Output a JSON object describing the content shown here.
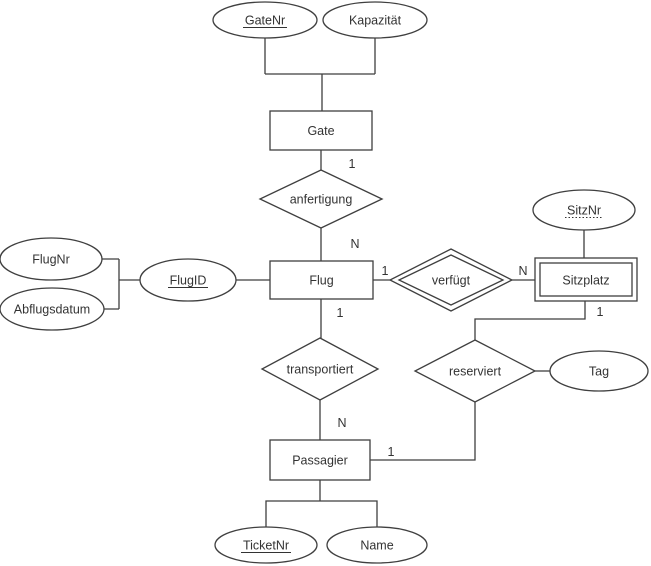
{
  "diagram": {
    "language": "de",
    "colors": {
      "background": "#ffffff",
      "stroke": "#3f3f3f",
      "text": "#333333"
    },
    "entities": [
      {
        "id": "gate",
        "label": "Gate",
        "type": "strong"
      },
      {
        "id": "flug",
        "label": "Flug",
        "type": "strong"
      },
      {
        "id": "sitzplatz",
        "label": "Sitzplatz",
        "type": "weak"
      },
      {
        "id": "passagier",
        "label": "Passagier",
        "type": "strong"
      }
    ],
    "relationships": [
      {
        "id": "anfertigung",
        "label": "anfertigung",
        "identifying": false,
        "between": [
          "Gate",
          "Flug"
        ]
      },
      {
        "id": "verfuegt",
        "label": "verfügt",
        "identifying": true,
        "between": [
          "Flug",
          "Sitzplatz"
        ]
      },
      {
        "id": "transportiert",
        "label": "transportiert",
        "identifying": false,
        "between": [
          "Flug",
          "Passagier"
        ]
      },
      {
        "id": "reserviert",
        "label": "reserviert",
        "identifying": false,
        "between": [
          "Sitzplatz",
          "Passagier"
        ]
      }
    ],
    "attributes": [
      {
        "id": "gatenr",
        "label": "GateNr",
        "of": "Gate",
        "key": "primary"
      },
      {
        "id": "kapazitaet",
        "label": "Kapazität",
        "of": "Gate",
        "key": "none"
      },
      {
        "id": "flugid",
        "label": "FlugID",
        "of": "Flug",
        "key": "primary"
      },
      {
        "id": "flugnr",
        "label": "FlugNr",
        "of": "Flug",
        "key": "none"
      },
      {
        "id": "abflugsdatum",
        "label": "Abflugsdatum",
        "of": "Flug",
        "key": "none"
      },
      {
        "id": "sitznr",
        "label": "SitzNr",
        "of": "Sitzplatz",
        "key": "partial"
      },
      {
        "id": "tag",
        "label": "Tag",
        "of": "reserviert",
        "key": "none"
      },
      {
        "id": "ticketnr",
        "label": "TicketNr",
        "of": "Passagier",
        "key": "primary"
      },
      {
        "id": "name",
        "label": "Name",
        "of": "Passagier",
        "key": "none"
      }
    ],
    "cardinalities": [
      {
        "id": "gate-anfertigung",
        "label": "1"
      },
      {
        "id": "anfertigung-flug",
        "label": "N"
      },
      {
        "id": "flug-verfuegt",
        "label": "1"
      },
      {
        "id": "verfuegt-sitzplatz",
        "label": "N"
      },
      {
        "id": "flug-transportiert",
        "label": "1"
      },
      {
        "id": "transportiert-passagier",
        "label": "N"
      },
      {
        "id": "passagier-reserviert",
        "label": "1"
      },
      {
        "id": "sitzplatz-reserviert",
        "label": "1"
      }
    ]
  }
}
